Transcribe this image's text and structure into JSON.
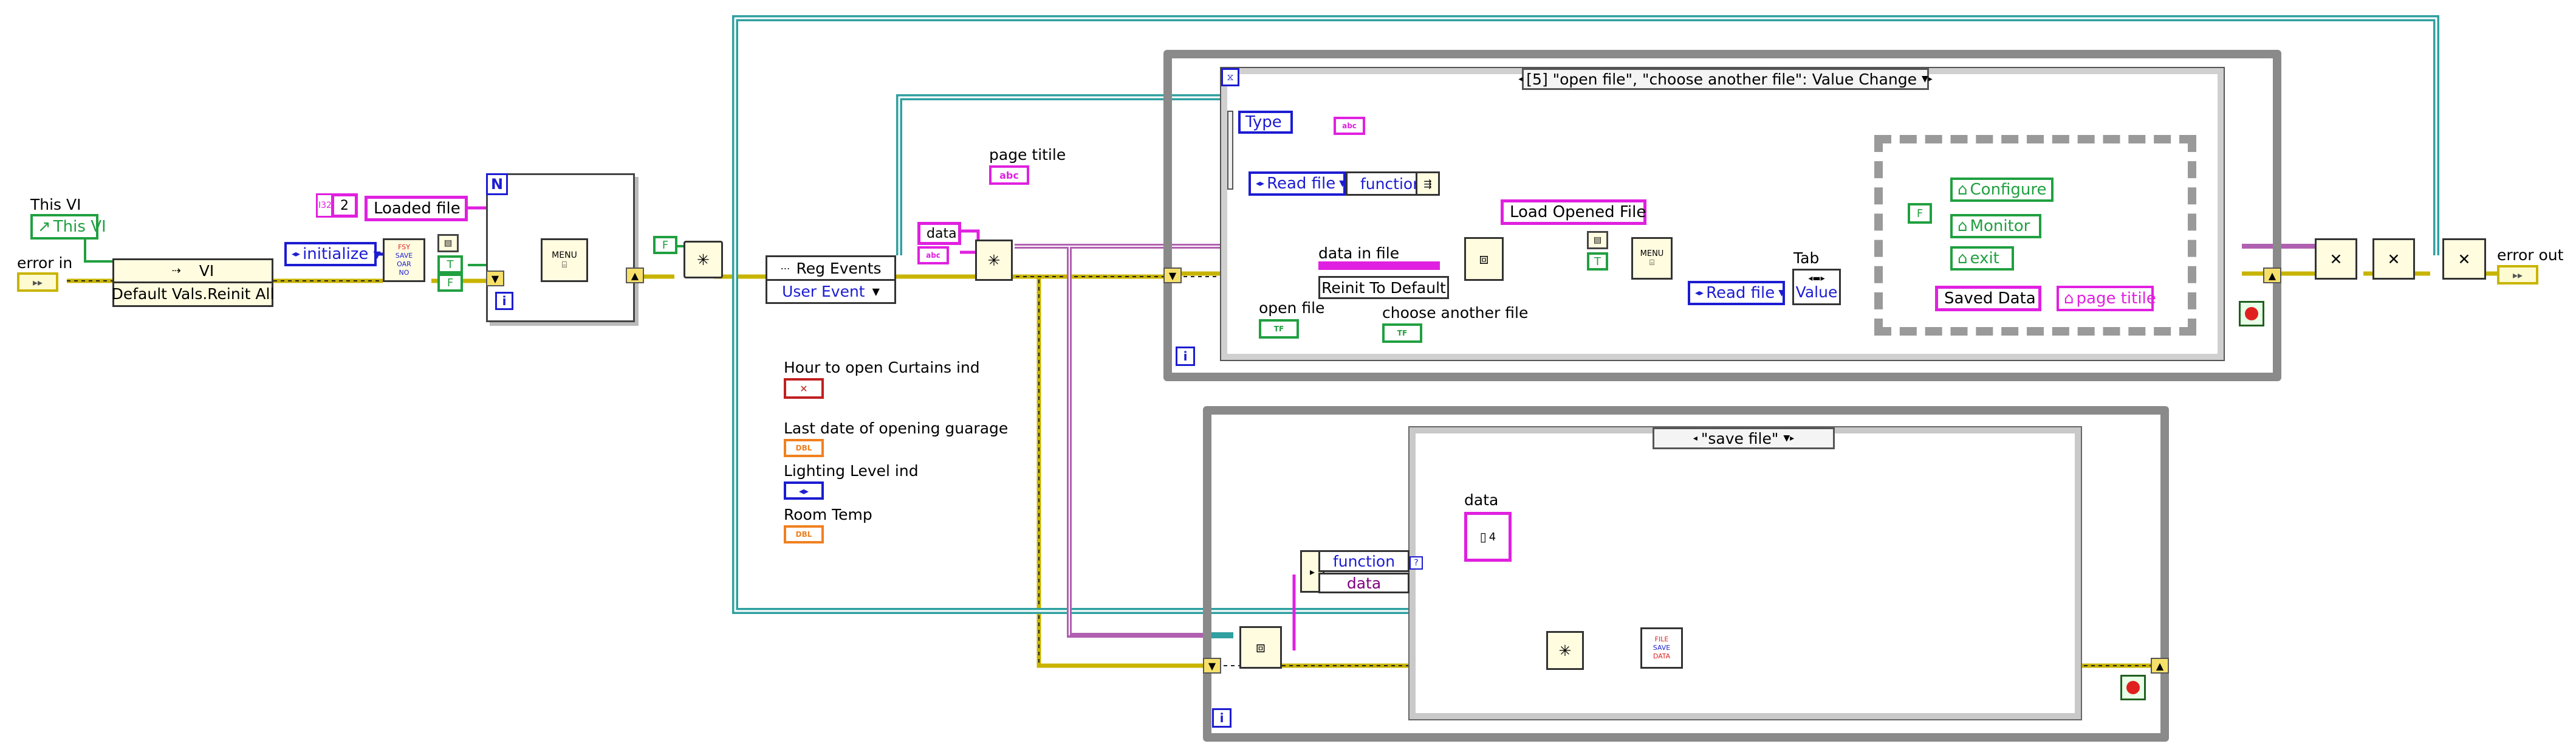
{
  "labels": {
    "this_vi": "This VI",
    "error_in": "error in",
    "error_out": "error out",
    "page_title_label": "page titile",
    "hour_curtains": "Hour to open Curtains ind",
    "last_date": "Last date of opening guarage",
    "lighting": "Lighting Level ind",
    "room_temp": "Room  Temp",
    "open_file": "open file",
    "choose_another_file": "choose another file",
    "data_in_file": "data  in file",
    "tab": "Tab",
    "data_label": "data"
  },
  "nodes": {
    "this_vi_ref": "This VI",
    "vi_property": "VI",
    "default_vals": "Default Vals.Reinit All",
    "initialize_enum": "initialize",
    "numeric_2": "2",
    "loaded_file": "Loaded file",
    "reg_events": "Reg Events",
    "user_event": "User Event",
    "data_const": "data",
    "type_enum": "Type",
    "read_file_enum": "Read file",
    "function_elem": "function",
    "reinit_default": "Reinit To Default",
    "load_opened_file": "Load Opened File",
    "read_file_enum2": "Read file",
    "value_elem": "Value",
    "configure": "Configure",
    "monitor": "Monitor",
    "exit": "exit",
    "saved_data": "Saved Data",
    "page_titile_ref": "page titile",
    "function_elem2": "function",
    "data_elem2": "data",
    "numeric_4": "4",
    "menu_icon": "MENU",
    "true_const": "T",
    "false_const": "F",
    "n_terminal": "N",
    "i_terminal": "i"
  },
  "selectors": {
    "event_case": "[5] \"open file\", \"choose another file\": Value Change",
    "save_case": "\"save file\""
  },
  "colors": {
    "error_wire": "#c8b400",
    "ref_wire": "#30a0a0",
    "string_wire": "#e020e0",
    "cluster_wire": "#b060b0",
    "enum_blue": "#1c1cd2",
    "bool_green": "#20a040",
    "frame_gray": "#8a8a8a"
  }
}
